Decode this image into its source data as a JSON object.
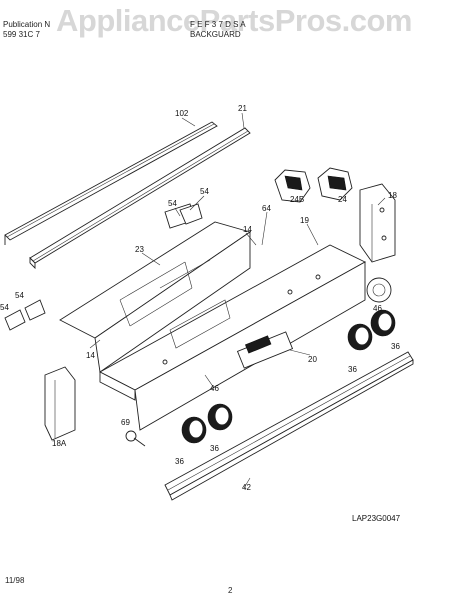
{
  "header": {
    "publication_label": "Publication N",
    "publication_number": "599 31C 7",
    "model_line": "F E F 3 7 D S A",
    "section_title": "BACKGUARD"
  },
  "watermark": "AppliancePartsPros.com",
  "diagram": {
    "callouts": [
      "102",
      "21",
      "54",
      "54",
      "64",
      "19",
      "24B",
      "24",
      "18",
      "23",
      "14",
      "54",
      "54",
      "14",
      "46",
      "20",
      "36",
      "36",
      "46",
      "69",
      "18A",
      "36",
      "36",
      "42"
    ],
    "drawing_code": "LAP23G0047"
  },
  "footer": {
    "date": "11/98",
    "page_number": "2"
  }
}
